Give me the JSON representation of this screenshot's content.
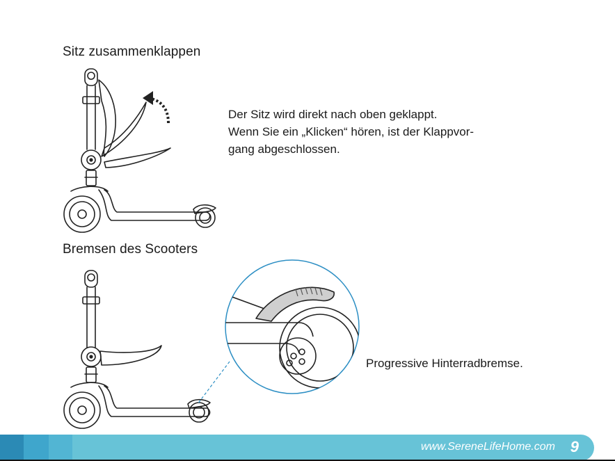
{
  "sections": {
    "fold_seat": {
      "heading": "Sitz zusammenklappen",
      "lines": [
        "Der Sitz wird direkt nach oben geklappt.",
        "Wenn Sie ein „Klicken“ hören, ist der Klappvor-",
        "gang abgeschlossen."
      ]
    },
    "brake": {
      "heading": "Bremsen des Scooters",
      "caption": "Progressive Hinterradbremse."
    }
  },
  "footer": {
    "url": "www.SereneLifeHome.com",
    "page_number": "9",
    "colors": {
      "block_dark": "#2b8ab5",
      "block_mid": "#3fa6cc",
      "block_light": "#52b5d3",
      "band": "#67c3d7"
    }
  },
  "icons": {
    "scooter_fold": "scooter-seat-fold-illustration",
    "scooter_brake": "scooter-brake-illustration",
    "zoom": "rear-brake-zoom-illustration",
    "arrow": "curved-up-arrow-icon"
  }
}
